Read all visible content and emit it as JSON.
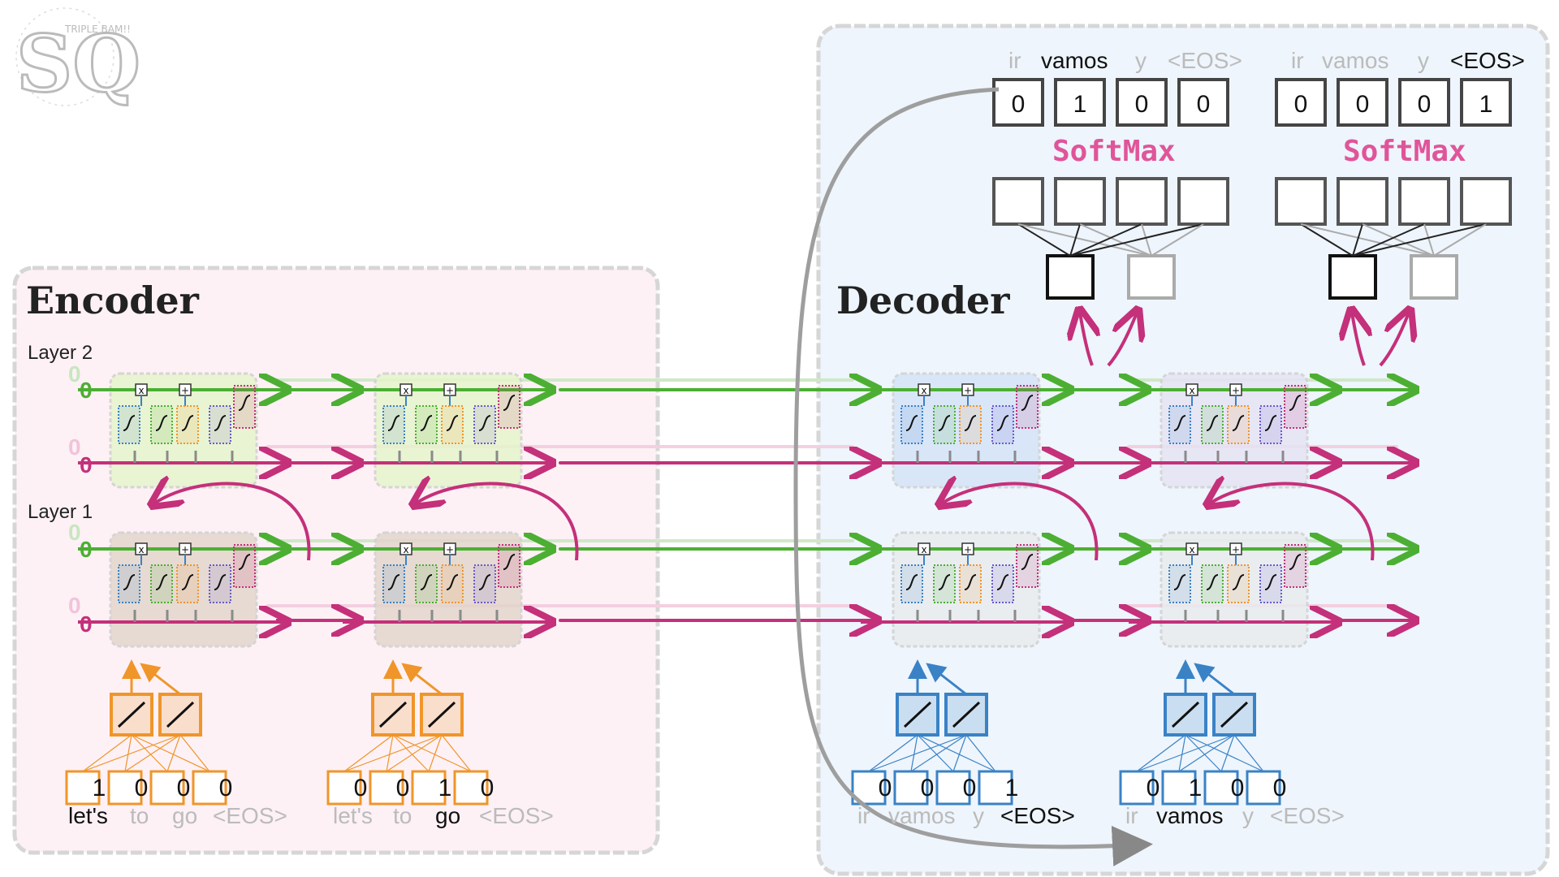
{
  "logo": {
    "letters": "SQ",
    "tagline": "TRIPLE BAM!!"
  },
  "colors": {
    "encoder_bg": "#fdf1f5",
    "decoder_bg": "#eef5fc",
    "panel_border": "#d6d6d6",
    "green": "#4caf33",
    "pink": "#c4307a",
    "orange": "#f0952a",
    "blue": "#3a82c6",
    "softmax": "#e0559a",
    "dark": "#333333",
    "gray": "#9e9e9e"
  },
  "encoder": {
    "title": "Encoder",
    "layer2_label": "Layer 2",
    "layer1_label": "Layer 1",
    "init_short_l2": "0",
    "init_long_l2": "0",
    "init_short_l1": "0",
    "init_long_l1": "0",
    "ops": {
      "mul": "x",
      "add": "+"
    },
    "inputs": [
      {
        "onehot": [
          "1",
          "0",
          "0",
          "0"
        ],
        "tokens": [
          "let's",
          "to",
          "go",
          "<EOS>"
        ],
        "active": 0
      },
      {
        "onehot": [
          "0",
          "0",
          "1",
          "0"
        ],
        "tokens": [
          "let's",
          "to",
          "go",
          "<EOS>"
        ],
        "active": 2
      }
    ]
  },
  "decoder": {
    "title": "Decoder",
    "softmax_label": "SoftMax",
    "inputs": [
      {
        "onehot": [
          "0",
          "0",
          "0",
          "1"
        ],
        "tokens": [
          "ir",
          "vamos",
          "y",
          "<EOS>"
        ],
        "active": 3
      },
      {
        "onehot": [
          "0",
          "1",
          "0",
          "0"
        ],
        "tokens": [
          "ir",
          "vamos",
          "y",
          "<EOS>"
        ],
        "active": 1
      }
    ],
    "outputs": [
      {
        "onehot": [
          "0",
          "1",
          "0",
          "0"
        ],
        "tokens": [
          "ir",
          "vamos",
          "y",
          "<EOS>"
        ],
        "active": 1
      },
      {
        "onehot": [
          "0",
          "0",
          "0",
          "1"
        ],
        "tokens": [
          "ir",
          "vamos",
          "y",
          "<EOS>"
        ],
        "active": 3
      }
    ]
  }
}
